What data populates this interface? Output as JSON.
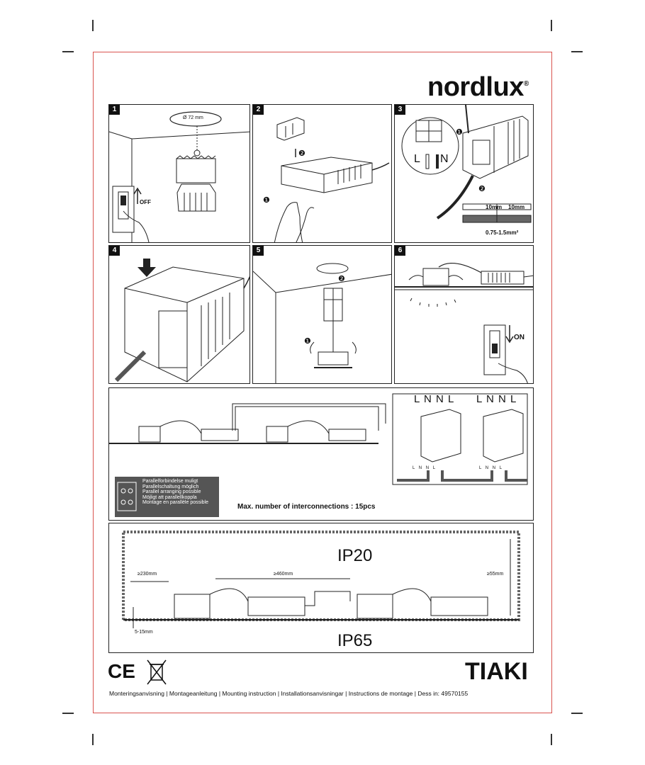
{
  "brand": {
    "name": "nordlux",
    "reg": "®"
  },
  "steps": [
    {
      "num": "1",
      "hole": "Ø 72 mm",
      "switch": "OFF"
    },
    {
      "num": "2",
      "marker1": "❶",
      "marker2": "❷"
    },
    {
      "num": "3",
      "marker1": "❶",
      "marker2": "❷",
      "terminal_l": "L",
      "terminal_n": "N",
      "strip1": "10mm",
      "strip2": "10mm",
      "wire_size": "0.75-1.5mm²"
    },
    {
      "num": "4"
    },
    {
      "num": "5",
      "marker1": "❶",
      "marker2": "❷"
    },
    {
      "num": "6",
      "switch": "ON"
    }
  ],
  "interconnection": {
    "terminals_group_a": "L N N L",
    "terminals_group_b": "L N N L",
    "bottom_labels_a": "L N N L",
    "bottom_labels_b": "L N N L",
    "parallel_lines": [
      "Parallelforbindelse muligt",
      "Parallelschaltung möglich",
      "Parallel arranging possible",
      "Möjligt att parallellkoppla",
      "Montage en parallèle possible"
    ],
    "max_text": "Max. number of interconnections : 15pcs"
  },
  "installation": {
    "ip_top": "IP20",
    "ip_bottom": "IP65",
    "dist_side": "≥230mm",
    "dist_between": "≥460mm",
    "dist_height": "≥55mm",
    "ceiling_thickness": "5-15mm"
  },
  "footer": {
    "ce": "CE",
    "product": "TIAKI",
    "instructions": "Monteringsanvisning | Montageanleitung | Mounting instruction | Installationsanvisningar | Instructions de montage | Dess in: 49570155"
  }
}
